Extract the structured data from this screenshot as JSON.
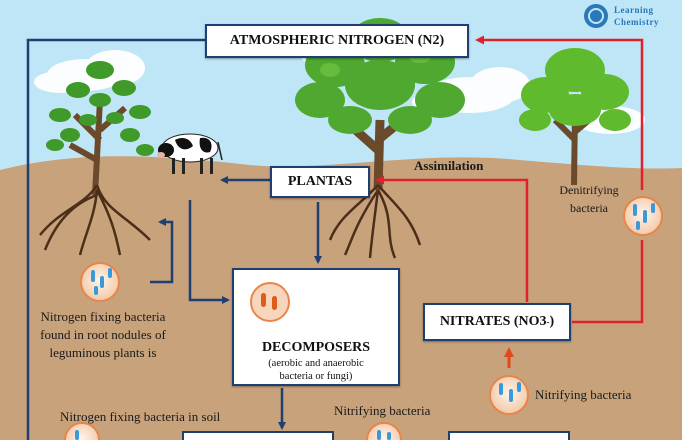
{
  "logo": {
    "line1": "Learning",
    "line2": "Chemistry"
  },
  "nodes": {
    "atmospheric": "ATMOSPHERIC NITROGEN (N2)",
    "plantas": "PLANTAS",
    "decomposers": "DECOMPOSERS",
    "decomposers_sub1": "(aerobic and anaerobic",
    "decomposers_sub2": "bacteria or fungi)",
    "nitrates": "NITRATES (NO3",
    "nitrates_sup": "-",
    "nitrates_close": ")"
  },
  "labels": {
    "assimilation": "Assimilation",
    "denitrifying_1": "Denitrifying",
    "denitrifying_2": "bacteria",
    "root_fixing_1": "Nitrogen fixing bacteria",
    "root_fixing_2": "found in root nodules of",
    "root_fixing_3": "leguminous plants is",
    "soil_fixing": "Nitrogen fixing bacteria in soil",
    "nitrifying_mid": "Nitrifying bacteria",
    "nitrifying_right": "Nitrifying bacteria"
  },
  "colors": {
    "blue_arrow": "#1f3f72",
    "red_arrow": "#e0202a",
    "soil": "#c8a27a",
    "sky": "#bfe6f6"
  }
}
